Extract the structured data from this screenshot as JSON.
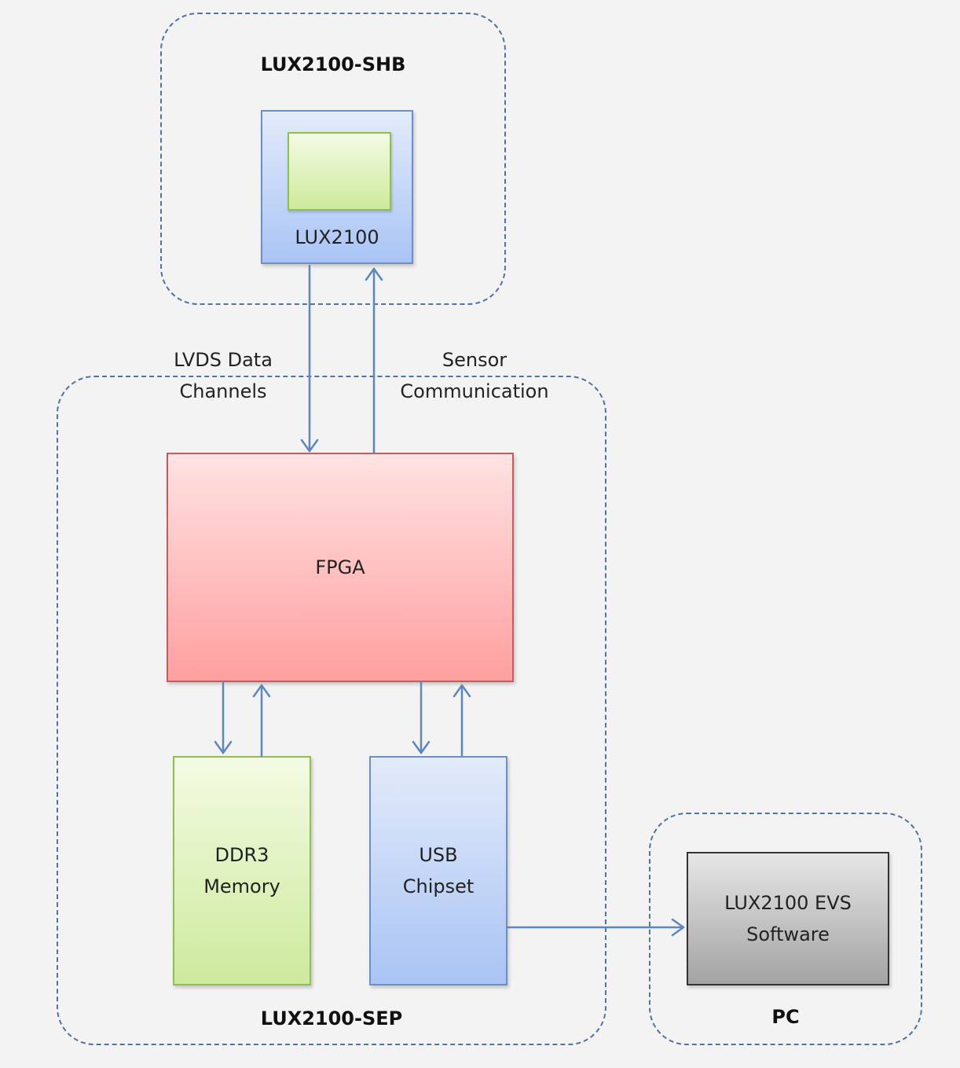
{
  "groups": {
    "shb": "LUX2100-SHB",
    "sep": "LUX2100-SEP",
    "pc": "PC"
  },
  "blocks": {
    "sensor": "LUX2100",
    "fpga": "FPGA",
    "ddr3": "DDR3\nMemory",
    "usb": "USB\nChipset",
    "software": "LUX2100 EVS\nSoftware"
  },
  "edge_labels": {
    "lvds": "LVDS Data\nChannels",
    "sensor_comm": "Sensor\nCommunication"
  },
  "colors": {
    "group_border": "#4f73a3",
    "arrow": "#5b87c5",
    "blue_block": "#a9c4f4",
    "green_block": "#cdea9c",
    "red_block": "#ff9f9f",
    "grey_block": "#a3a3a3"
  }
}
